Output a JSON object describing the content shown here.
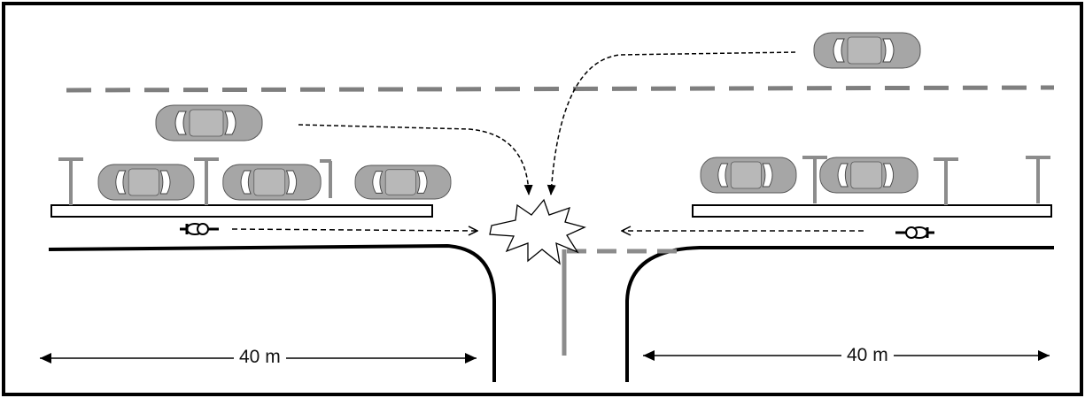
{
  "diagram": {
    "dimension_left": "40 m",
    "dimension_right": "40 m"
  },
  "colors": {
    "frame": "#000000",
    "road_edge": "#000000",
    "lane_dash": "#7f7f7f",
    "car_body": "#a6a6a6",
    "car_window": "#ffffff",
    "pole": "#8c8c8c",
    "path": "#000000",
    "path_light": "#999999"
  },
  "elements": {
    "cars": [
      "car-top-right",
      "car-moving-left",
      "parked-car-1",
      "parked-car-2",
      "parked-car-3",
      "parked-car-4",
      "parked-car-5"
    ],
    "cyclists": [
      "cyclist-left",
      "cyclist-right"
    ],
    "collision": "collision-burst"
  }
}
